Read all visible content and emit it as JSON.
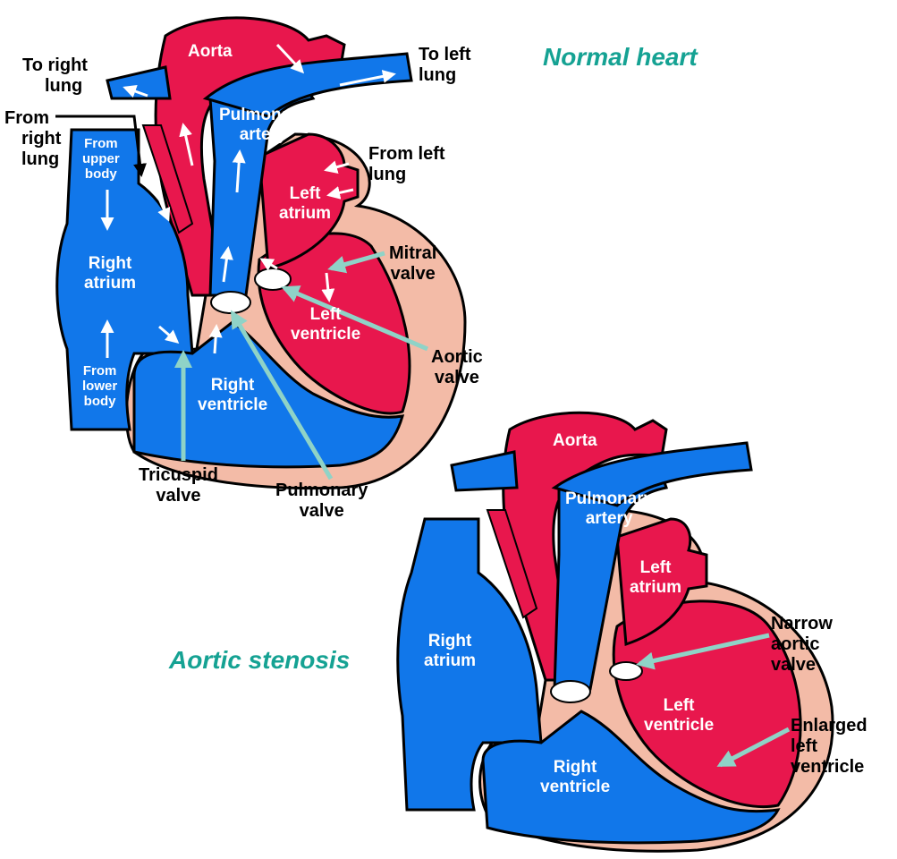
{
  "colors": {
    "oxygenated": "#e8174d",
    "deoxygenated": "#1177ea",
    "muscle": "#f3bba7",
    "pointer": "#8fd3c7",
    "caption": "#15a293"
  },
  "normal": {
    "caption": "Normal heart",
    "labels": {
      "aorta": "Aorta",
      "to_right_lung": [
        "To right",
        "lung"
      ],
      "to_left_lung": [
        "To left",
        "lung"
      ],
      "pulmonary_artery": [
        "Pulmonary",
        "artery"
      ],
      "from_right_lung": [
        "From",
        "right",
        "lung"
      ],
      "from_upper_body": [
        "From",
        "upper",
        "body"
      ],
      "from_left_lung": [
        "From left",
        "lung"
      ],
      "left_atrium": [
        "Left",
        "atrium"
      ],
      "right_atrium": [
        "Right",
        "atrium"
      ],
      "mitral_valve": [
        "Mitral",
        "valve"
      ],
      "left_ventricle": [
        "Left",
        "ventricle"
      ],
      "aortic_valve": [
        "Aortic",
        "valve"
      ],
      "from_lower_body": [
        "From",
        "lower",
        "body"
      ],
      "right_ventricle": [
        "Right",
        "ventricle"
      ],
      "tricuspid_valve": [
        "Tricuspid",
        "valve"
      ],
      "pulmonary_valve": [
        "Pulmonary",
        "valve"
      ]
    }
  },
  "stenosis": {
    "caption": "Aortic stenosis",
    "labels": {
      "aorta": "Aorta",
      "pulmonary_artery": [
        "Pulmonary",
        "artery"
      ],
      "left_atrium": [
        "Left",
        "atrium"
      ],
      "right_atrium": [
        "Right",
        "atrium"
      ],
      "narrow_aortic_valve": [
        "Narrow",
        "aortic",
        "valve"
      ],
      "left_ventricle": [
        "Left",
        "ventricle"
      ],
      "enlarged_left_ventricle": [
        "Enlarged",
        "left",
        "ventricle"
      ],
      "right_ventricle": [
        "Right",
        "ventricle"
      ]
    }
  }
}
